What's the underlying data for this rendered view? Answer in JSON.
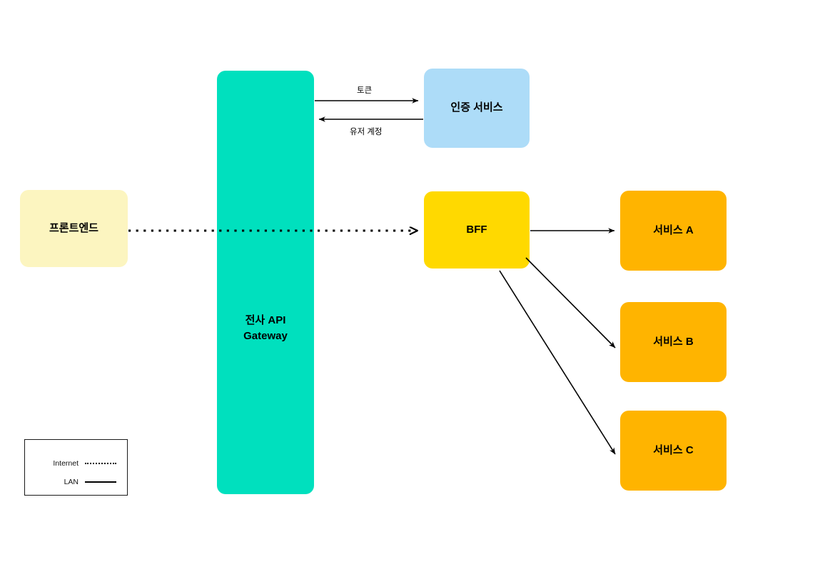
{
  "diagram": {
    "title": "API Gateway Architecture",
    "background": "#ffffff"
  },
  "nodes": {
    "frontend": {
      "label": "프론트엔드",
      "color": "#FCF5C0"
    },
    "gateway": {
      "label": "전사 API\nGateway",
      "line1": "전사 API",
      "line2": "Gateway",
      "color": "#00E0BE"
    },
    "auth": {
      "label": "인증 서비스",
      "color": "#ADDCF8"
    },
    "bff": {
      "label": "BFF",
      "color": "#FFD900"
    },
    "service_a": {
      "label": "서비스 A",
      "color": "#FFB400"
    },
    "service_b": {
      "label": "서비스 B",
      "color": "#FFB400"
    },
    "service_c": {
      "label": "서비스 C",
      "color": "#FFB400"
    }
  },
  "edges": {
    "frontend_to_bff": {
      "label": "",
      "style": "dotted",
      "from": "frontend",
      "to": "bff"
    },
    "gateway_to_auth": {
      "label": "토큰",
      "style": "solid",
      "from": "gateway",
      "to": "auth"
    },
    "auth_to_gateway": {
      "label": "유저 계정",
      "style": "solid",
      "from": "auth",
      "to": "gateway"
    },
    "bff_to_service_a": {
      "label": "",
      "style": "solid",
      "from": "bff",
      "to": "service_a"
    },
    "bff_to_service_b": {
      "label": "",
      "style": "solid",
      "from": "bff",
      "to": "service_b"
    },
    "bff_to_service_c": {
      "label": "",
      "style": "solid",
      "from": "bff",
      "to": "service_c"
    }
  },
  "legend": {
    "items": [
      {
        "label": "Internet",
        "style": "dotted"
      },
      {
        "label": "LAN",
        "style": "solid"
      }
    ]
  }
}
